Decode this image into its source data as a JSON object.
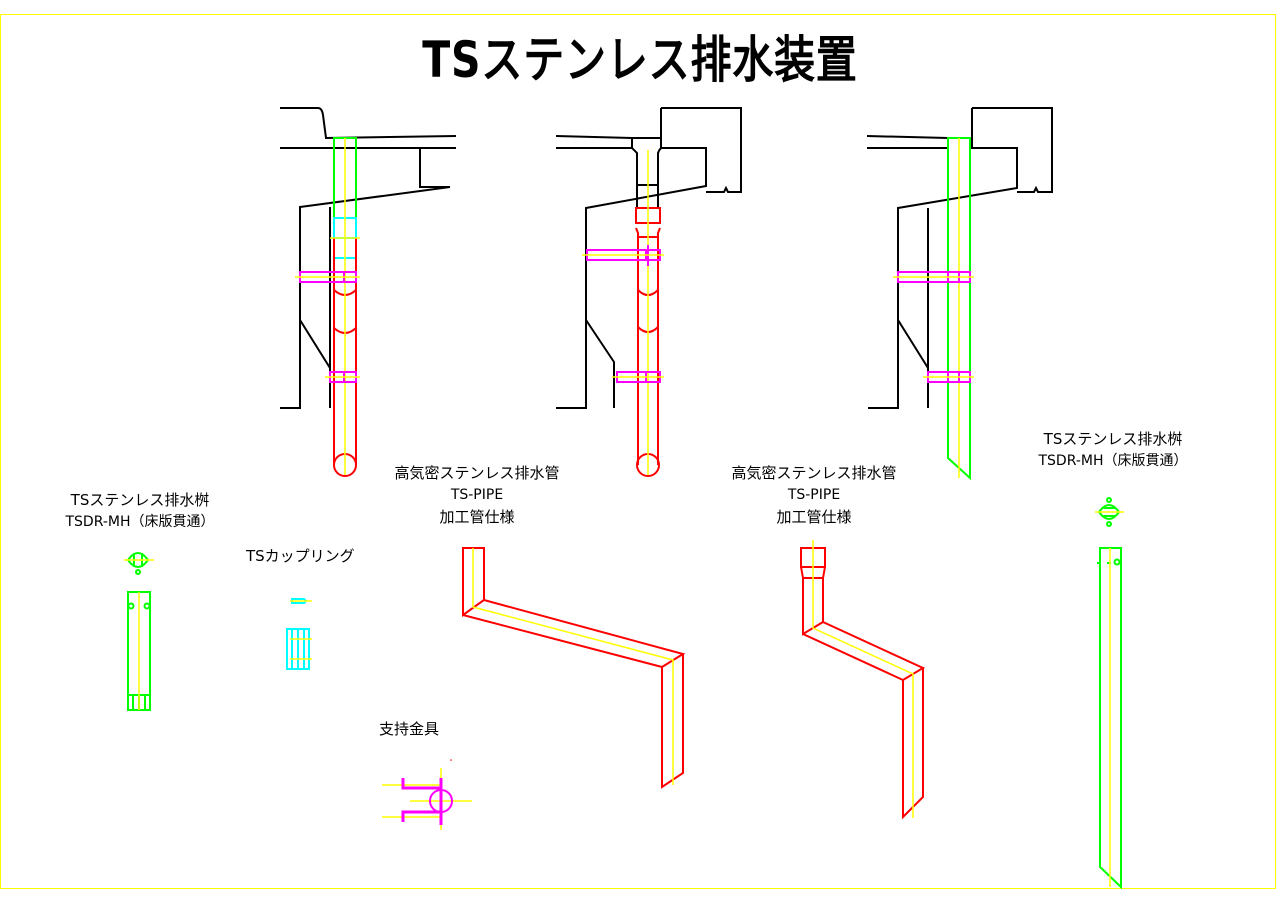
{
  "title": "TSステンレス排水装置",
  "labels": {
    "pipe_left": {
      "line1": "高気密ステンレス排水管",
      "line2": "TS-PIPE",
      "line3": "加工管仕様"
    },
    "pipe_right": {
      "line1": "高気密ステンレス排水管",
      "line2": "TS-PIPE",
      "line3": "加工管仕様"
    },
    "basin_left": {
      "line1": "TSステンレス排水桝",
      "line2": "TSDR-MH（床版貫通）"
    },
    "basin_right": {
      "line1": "TSステンレス排水桝",
      "line2": "TSDR-MH（床版貫通）"
    },
    "coupling": "TSカップリング",
    "bracket": "支持金具"
  },
  "colors": {
    "frame": "#ffff00",
    "structure": "#000000",
    "pipe": "#ff0000",
    "basin": "#00ff00",
    "coupling": "#00ffff",
    "bracket": "#ff00ff",
    "centerline": "#ffff00"
  }
}
